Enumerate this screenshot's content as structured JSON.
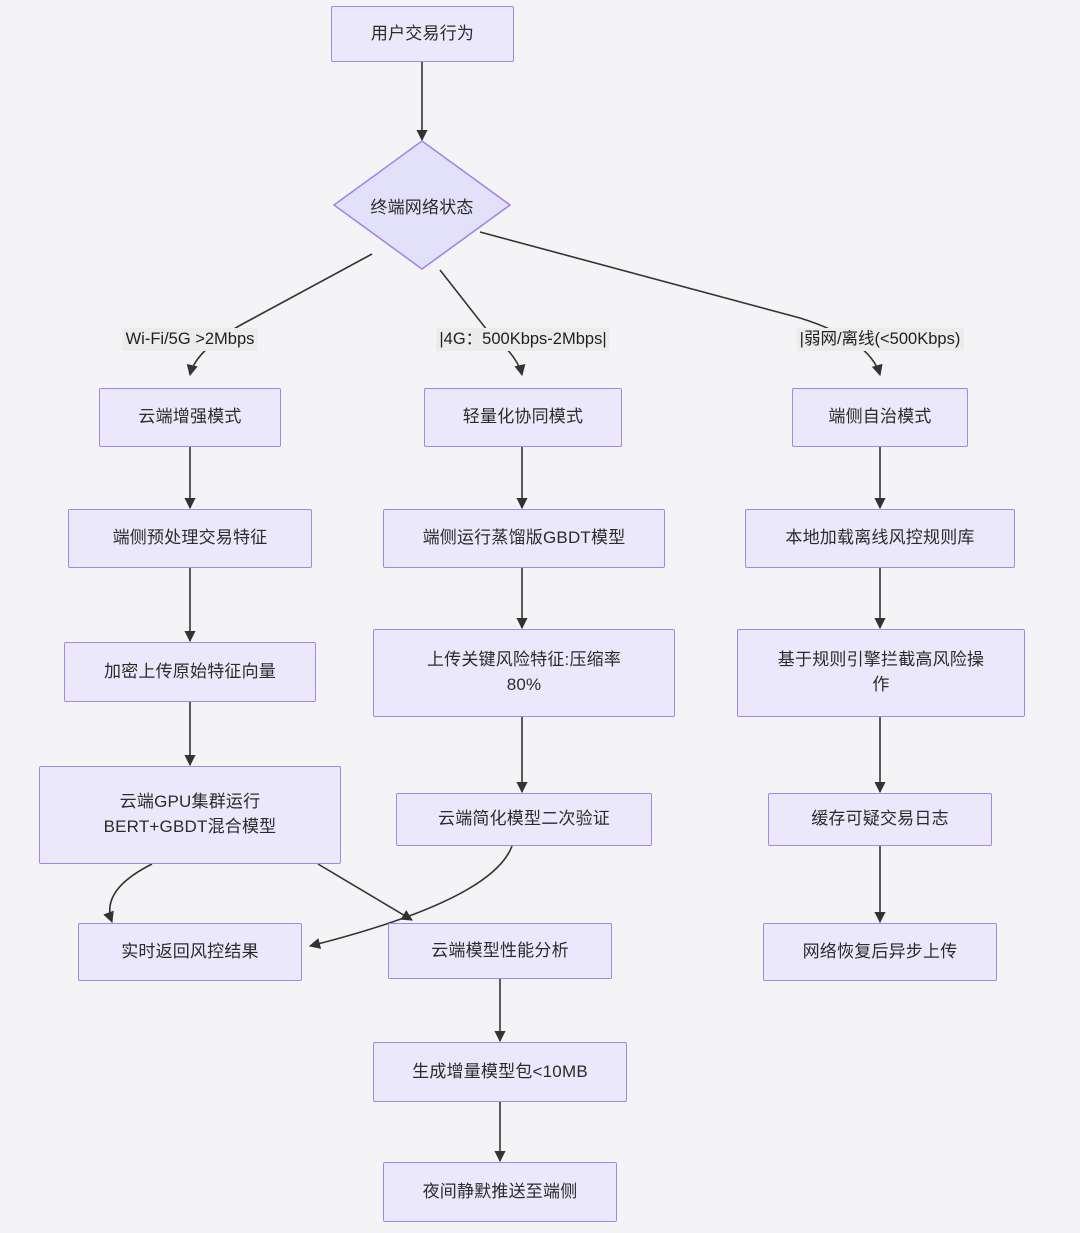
{
  "diagram": {
    "type": "flowchart",
    "orientation": "top-down",
    "title_visible": false,
    "palette": {
      "background": "#f4f4f6",
      "node_fill": "#ebe8fb",
      "node_border": "#a684e8",
      "node_text": "#2b2b2b",
      "edge_stroke": "#333333",
      "edge_label_bg": "#ececec"
    }
  },
  "nodes": {
    "start": {
      "label": "用户交易行为",
      "shape": "rect"
    },
    "decision": {
      "label": "终端网络状态",
      "shape": "diamond"
    },
    "cloud_mode": {
      "label": "云端增强模式",
      "shape": "rect"
    },
    "edge_preprocess": {
      "label": "端侧预处理交易特征",
      "shape": "rect"
    },
    "encrypt_upload": {
      "label": "加密上传原始特征向量",
      "shape": "rect"
    },
    "gpu_cluster": {
      "label": "云端GPU集群运行\nBERT+GBDT混合模型",
      "shape": "rect"
    },
    "realtime_result": {
      "label": "实时返回风控结果",
      "shape": "rect"
    },
    "light_mode": {
      "label": "轻量化协同模式",
      "shape": "rect"
    },
    "distilled_gbdt": {
      "label": "端侧运行蒸馏版GBDT模型",
      "shape": "rect"
    },
    "upload_features": {
      "label": "上传关键风险特征:压缩率\n80%",
      "shape": "rect"
    },
    "cloud_verify": {
      "label": "云端简化模型二次验证",
      "shape": "rect"
    },
    "perf_analysis": {
      "label": "云端模型性能分析",
      "shape": "rect"
    },
    "incremental_pkg": {
      "label": "生成增量模型包<10MB",
      "shape": "rect"
    },
    "night_push": {
      "label": "夜间静默推送至端侧",
      "shape": "rect"
    },
    "offline_mode": {
      "label": "端侧自治模式",
      "shape": "rect"
    },
    "local_rules": {
      "label": "本地加载离线风控规则库",
      "shape": "rect"
    },
    "rule_engine_block": {
      "label": "基于规则引擎拦截高风险操\n作",
      "shape": "rect"
    },
    "cache_logs": {
      "label": "缓存可疑交易日志",
      "shape": "rect"
    },
    "async_upload": {
      "label": "网络恢复后异步上传",
      "shape": "rect"
    }
  },
  "edge_labels": {
    "wifi_branch": "Wi-Fi/5G >2Mbps",
    "lte_branch": "|4G：500Kbps-2Mbps|",
    "weak_branch": "|弱网/离线(<500Kbps)"
  },
  "edges": [
    {
      "from": "start",
      "to": "decision",
      "label": ""
    },
    {
      "from": "decision",
      "to": "cloud_mode",
      "label": "Wi-Fi/5G >2Mbps"
    },
    {
      "from": "decision",
      "to": "light_mode",
      "label": "|4G：500Kbps-2Mbps|"
    },
    {
      "from": "decision",
      "to": "offline_mode",
      "label": "|弱网/离线(<500Kbps)"
    },
    {
      "from": "cloud_mode",
      "to": "edge_preprocess",
      "label": ""
    },
    {
      "from": "edge_preprocess",
      "to": "encrypt_upload",
      "label": ""
    },
    {
      "from": "encrypt_upload",
      "to": "gpu_cluster",
      "label": ""
    },
    {
      "from": "gpu_cluster",
      "to": "realtime_result",
      "label": ""
    },
    {
      "from": "gpu_cluster",
      "to": "perf_analysis",
      "label": ""
    },
    {
      "from": "light_mode",
      "to": "distilled_gbdt",
      "label": ""
    },
    {
      "from": "distilled_gbdt",
      "to": "upload_features",
      "label": ""
    },
    {
      "from": "upload_features",
      "to": "cloud_verify",
      "label": ""
    },
    {
      "from": "cloud_verify",
      "to": "realtime_result",
      "label": ""
    },
    {
      "from": "perf_analysis",
      "to": "incremental_pkg",
      "label": ""
    },
    {
      "from": "incremental_pkg",
      "to": "night_push",
      "label": ""
    },
    {
      "from": "offline_mode",
      "to": "local_rules",
      "label": ""
    },
    {
      "from": "local_rules",
      "to": "rule_engine_block",
      "label": ""
    },
    {
      "from": "rule_engine_block",
      "to": "cache_logs",
      "label": ""
    },
    {
      "from": "cache_logs",
      "to": "async_upload",
      "label": ""
    }
  ]
}
